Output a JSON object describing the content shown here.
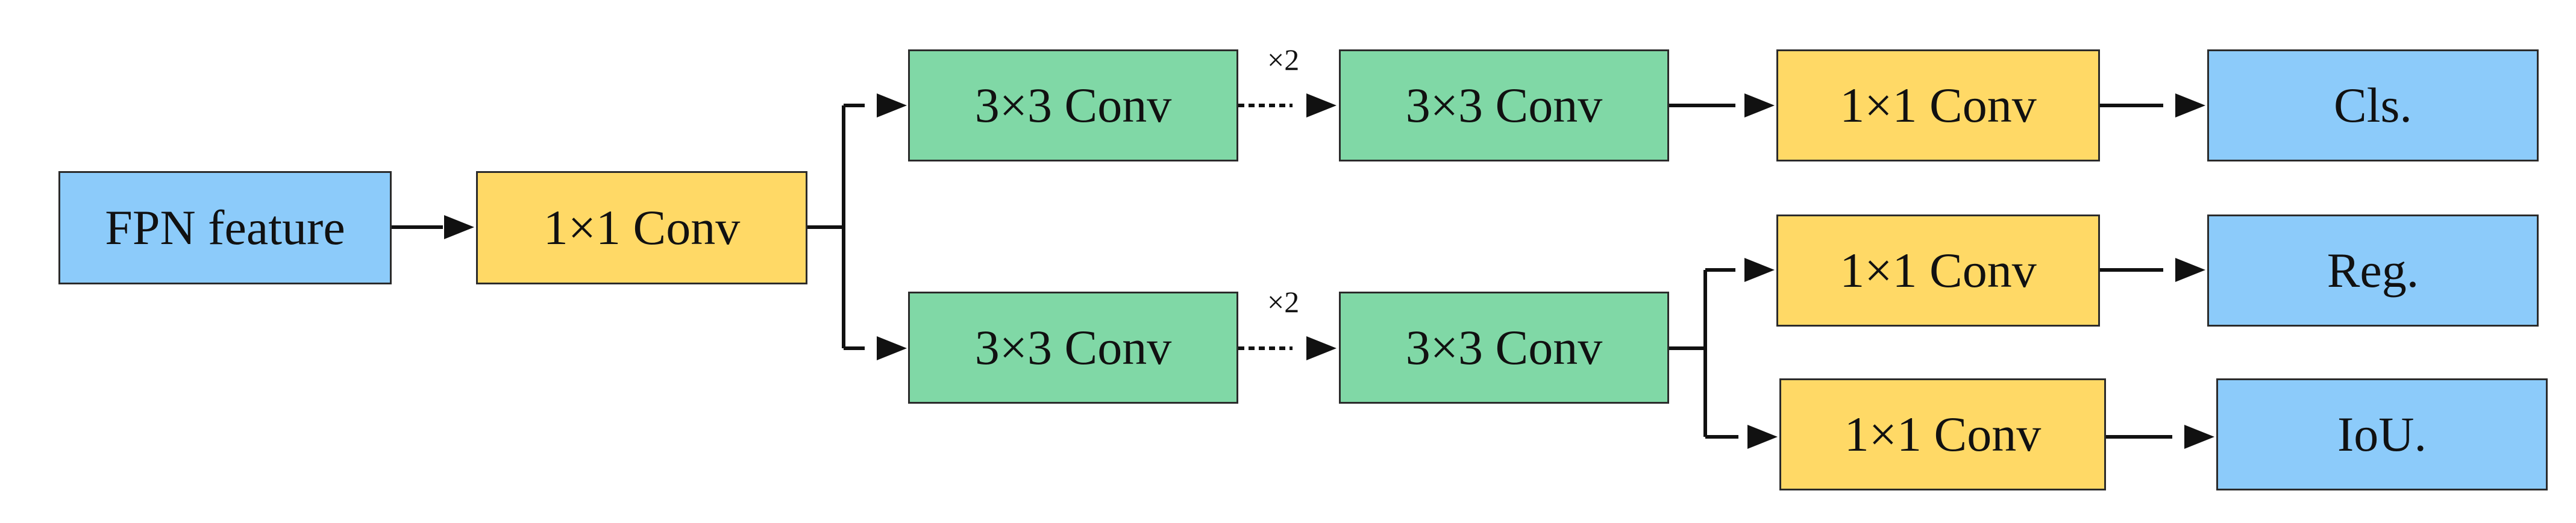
{
  "nodes": {
    "fpn_feature": "FPN feature",
    "stem_conv": "1×1 Conv",
    "cls_branch_conv_a": "3×3 Conv",
    "cls_branch_conv_b": "3×3 Conv",
    "cls_conv_1x1": "1×1 Conv",
    "cls_output": "Cls.",
    "reg_branch_conv_a": "3×3 Conv",
    "reg_branch_conv_b": "3×3 Conv",
    "reg_conv_1x1": "1×1 Conv",
    "reg_output": "Reg.",
    "iou_conv_1x1": "1×1 Conv",
    "iou_output": "IoU."
  },
  "repeat_labels": {
    "cls_branch": "×2",
    "reg_branch": "×2"
  },
  "colors": {
    "conv_1x1": "#FFD966",
    "conv_3x3": "#80D8A6",
    "io": "#8CCBFA",
    "stroke": "#111111"
  }
}
